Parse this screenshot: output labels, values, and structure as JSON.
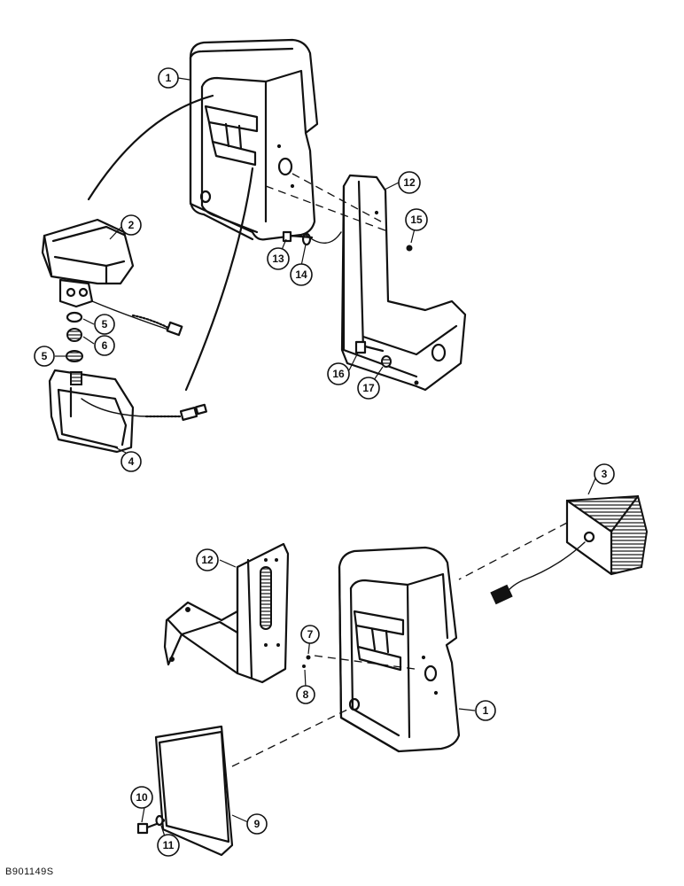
{
  "figure_id": "B901149S",
  "callouts": [
    "1",
    "2",
    "5",
    "6",
    "5",
    "4",
    "12",
    "15",
    "13",
    "14",
    "16",
    "17",
    "3",
    "12",
    "7",
    "8",
    "1",
    "10",
    "11",
    "9"
  ]
}
